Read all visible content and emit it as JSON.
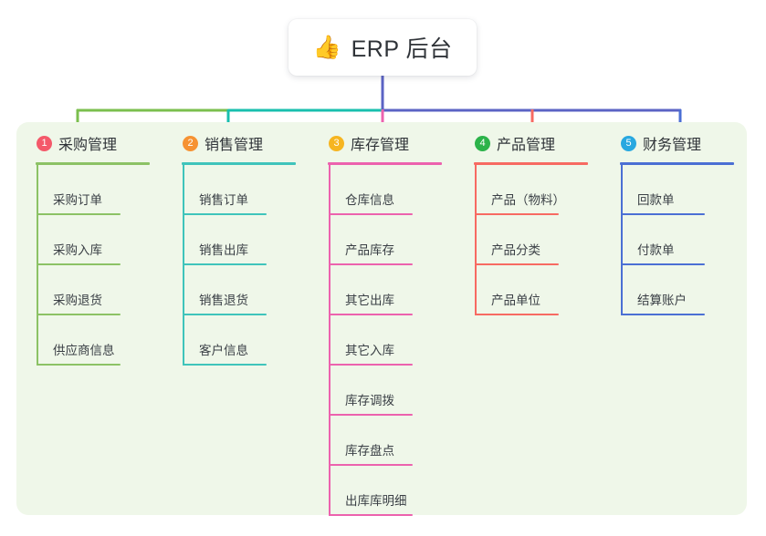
{
  "root": {
    "icon": "thumbs-up-icon",
    "emoji": "👍",
    "title": "ERP 后台"
  },
  "panel": {
    "background": "#eff7e9"
  },
  "connector": {
    "trunk_color": "#5b63c4",
    "bar_left_color": "#7bbf4e",
    "bar_mid_color": "#18bfae",
    "bar_right_color": "#5b63c4"
  },
  "columns": [
    {
      "index": "1",
      "title": "采购管理",
      "badge_color": "#f4596a",
      "accent_color": "#8cc265",
      "items": [
        {
          "label": "采购订单"
        },
        {
          "label": "采购入库"
        },
        {
          "label": "采购退货"
        },
        {
          "label": "供应商信息"
        }
      ]
    },
    {
      "index": "2",
      "title": "销售管理",
      "badge_color": "#f69233",
      "accent_color": "#3fc4bb",
      "items": [
        {
          "label": "销售订单"
        },
        {
          "label": "销售出库"
        },
        {
          "label": "销售退货"
        },
        {
          "label": "客户信息"
        }
      ]
    },
    {
      "index": "3",
      "title": "库存管理",
      "badge_color": "#f6b521",
      "accent_color": "#ec62ae",
      "items": [
        {
          "label": "仓库信息"
        },
        {
          "label": "产品库存"
        },
        {
          "label": "其它出库"
        },
        {
          "label": "其它入库"
        },
        {
          "label": "库存调拨"
        },
        {
          "label": "库存盘点"
        },
        {
          "label": "出库库明细"
        }
      ]
    },
    {
      "index": "4",
      "title": "产品管理",
      "badge_color": "#2cb34a",
      "accent_color": "#f76a62",
      "items": [
        {
          "label": "产品（物料）"
        },
        {
          "label": "产品分类"
        },
        {
          "label": "产品单位"
        }
      ]
    },
    {
      "index": "5",
      "title": "财务管理",
      "badge_color": "#28a8e0",
      "accent_color": "#4b6fd4",
      "items": [
        {
          "label": "回款单"
        },
        {
          "label": "付款单"
        },
        {
          "label": "结算账户"
        }
      ]
    }
  ]
}
